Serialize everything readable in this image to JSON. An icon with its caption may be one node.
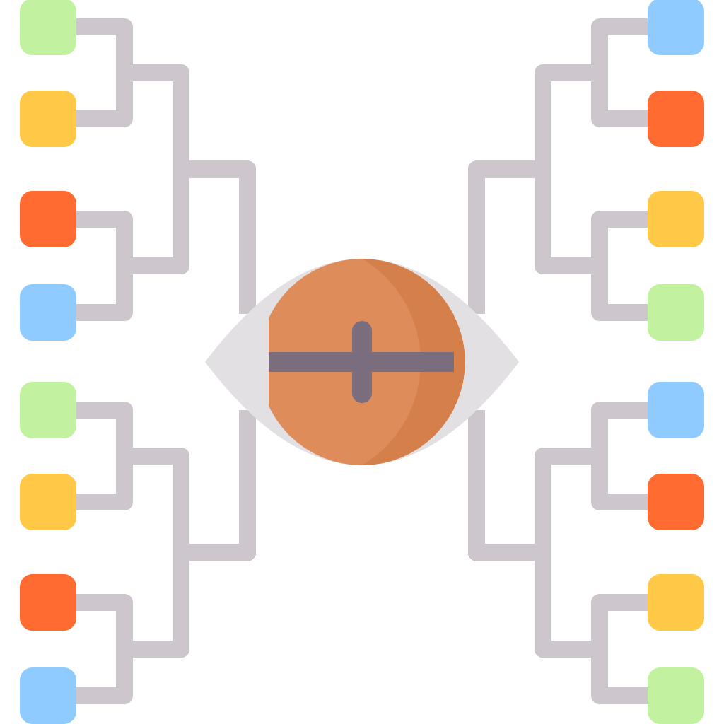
{
  "diagram": {
    "nodes": [
      {
        "text": [],
        "shape": "box"
      },
      {
        "text": [],
        "shape": "box"
      },
      {
        "text": [],
        "shape": "box"
      },
      {
        "text": [],
        "shape": "box"
      },
      {
        "text": [],
        "shape": "box"
      },
      {
        "text": [],
        "shape": "box"
      },
      {
        "text": [],
        "shape": "box"
      },
      {
        "text": [],
        "shape": "box"
      },
      {
        "text": [],
        "shape": "picture"
      },
      {
        "text": [],
        "shape": "box"
      },
      {
        "text": [],
        "shape": "box"
      },
      {
        "text": [],
        "shape": "box"
      },
      {
        "text": [],
        "shape": "box"
      },
      {
        "text": [],
        "shape": "box"
      },
      {
        "text": [],
        "shape": "box"
      },
      {
        "text": [],
        "shape": "box"
      },
      {
        "text": [],
        "shape": "box"
      }
    ],
    "edges": [
      {
        "from": 0,
        "to": 8,
        "arrow": "none"
      },
      {
        "from": 1,
        "to": 8,
        "arrow": "none"
      },
      {
        "from": 2,
        "to": 8,
        "arrow": "none"
      },
      {
        "from": 3,
        "to": 8,
        "arrow": "none"
      },
      {
        "from": 4,
        "to": 8,
        "arrow": "none"
      },
      {
        "from": 5,
        "to": 8,
        "arrow": "none"
      },
      {
        "from": 6,
        "to": 8,
        "arrow": "none"
      },
      {
        "from": 7,
        "to": 8,
        "arrow": "none"
      },
      {
        "from": 9,
        "to": 8,
        "arrow": "none"
      },
      {
        "from": 10,
        "to": 8,
        "arrow": "none"
      },
      {
        "from": 11,
        "to": 8,
        "arrow": "none"
      },
      {
        "from": 12,
        "to": 8,
        "arrow": "none"
      },
      {
        "from": 13,
        "to": 8,
        "arrow": "none"
      },
      {
        "from": 14,
        "to": 8,
        "arrow": "none"
      },
      {
        "from": 15,
        "to": 8,
        "arrow": "none"
      },
      {
        "from": 16,
        "to": 8,
        "arrow": "none"
      }
    ]
  }
}
